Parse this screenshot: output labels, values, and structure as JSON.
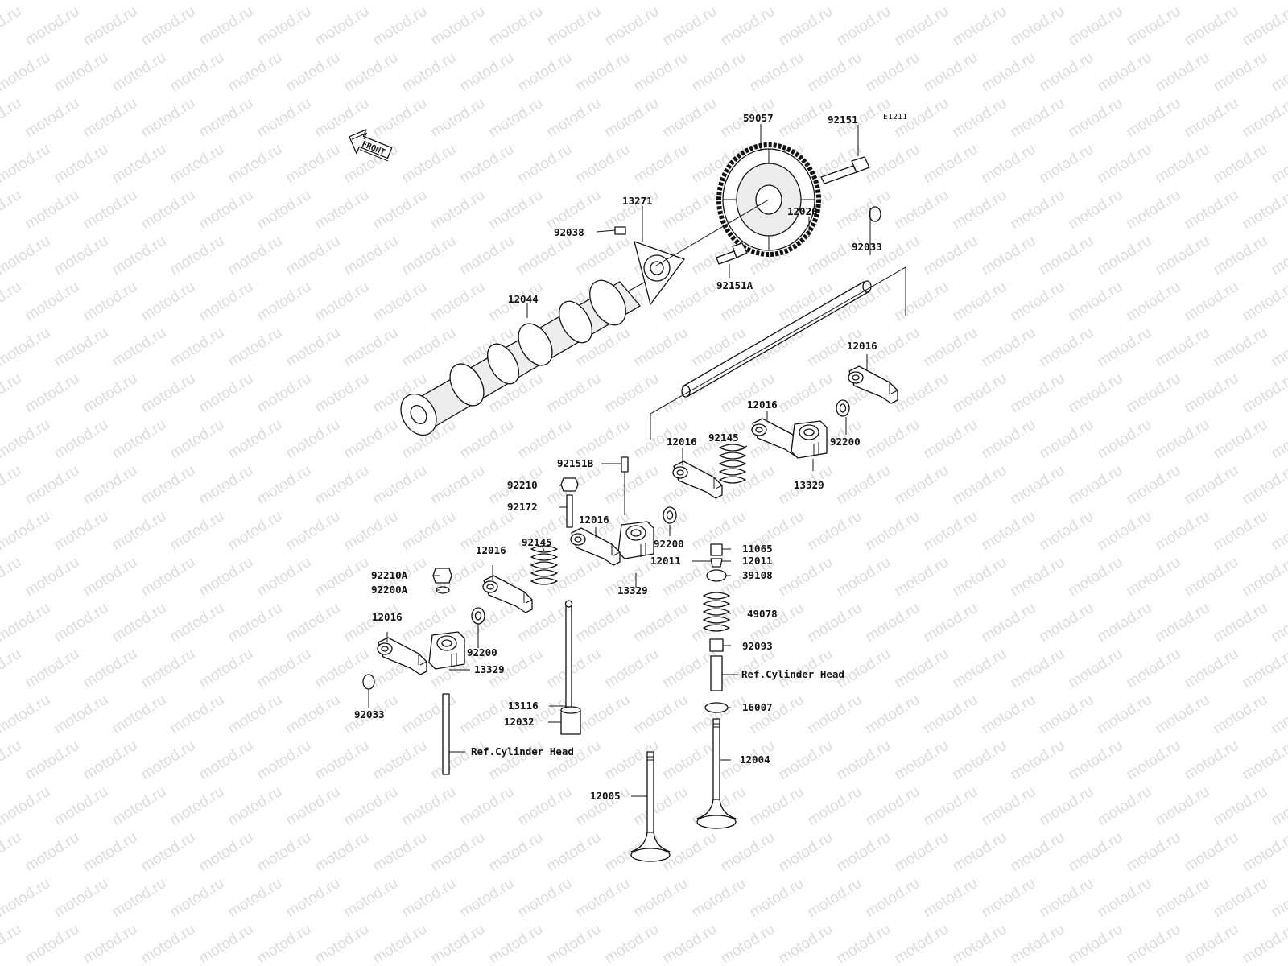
{
  "diagram_code": "E1211",
  "front_label": "FRONT",
  "watermark": "motod.ru",
  "labels": {
    "l59057": "59057",
    "l92151": "92151",
    "l13271": "13271",
    "l92038": "92038",
    "l92151A": "92151A",
    "l92033a": "92033",
    "l12020": "12020",
    "l12044": "12044",
    "l12016a": "12016",
    "l12016b": "12016",
    "l12016c": "12016",
    "l12016d": "12016",
    "l12016e": "12016",
    "l12016f": "12016",
    "l92145a": "92145",
    "l92145b": "92145",
    "l92200a": "92200",
    "l92200b": "92200",
    "l92200c": "92200",
    "l13329a": "13329",
    "l13329b": "13329",
    "l13329c": "13329",
    "l92151B": "92151B",
    "l92210": "92210",
    "l92172": "92172",
    "l11065": "11065",
    "l12011a": "12011",
    "l12011b": "12011",
    "l39108": "39108",
    "l49078": "49078",
    "l92093": "92093",
    "lref1": "Ref.Cylinder Head",
    "l16007": "16007",
    "l12004": "12004",
    "l12005": "12005",
    "l92210A": "92210A",
    "l92200A": "92200A",
    "l13116": "13116",
    "l12032": "12032",
    "lref2": "Ref.Cylinder Head",
    "l92033b": "92033"
  }
}
